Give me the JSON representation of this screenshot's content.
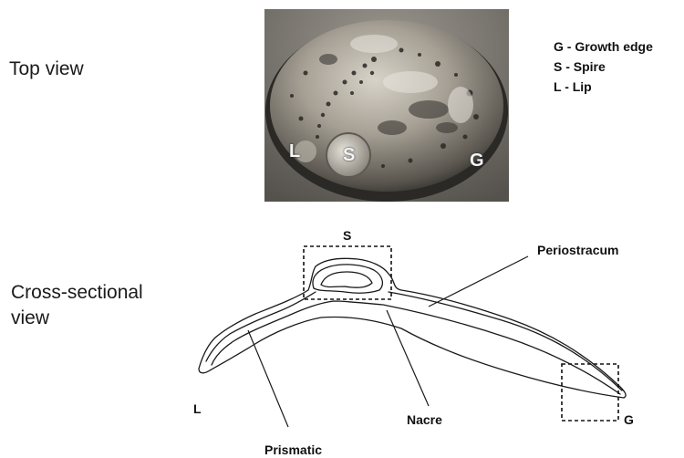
{
  "views": {
    "top": "Top view",
    "cross_line1": "Cross-sectional",
    "cross_line2": "view"
  },
  "legend": [
    "G - Growth edge",
    "S - Spire",
    "L - Lip"
  ],
  "photo_labels": {
    "lip": "L",
    "spire": "S",
    "growth": "G"
  },
  "diagram_labels": {
    "spire": "S",
    "periostracum": "Periostracum",
    "lip": "L",
    "nacre": "Nacre",
    "growth": "G",
    "prismatic": "Prismatic"
  }
}
